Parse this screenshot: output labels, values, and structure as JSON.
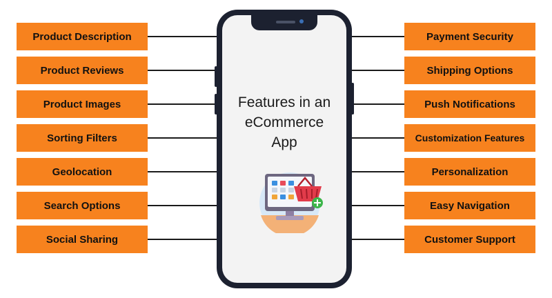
{
  "diagram": {
    "center_title_lines": [
      "Features in an",
      "eCommerce",
      "App"
    ],
    "left_features": [
      "Product Description",
      "Product Reviews",
      "Product Images",
      "Sorting Filters",
      "Geolocation",
      "Search Options",
      "Social Sharing"
    ],
    "right_features": [
      "Payment Security",
      "Shipping Options",
      "Push Notifications",
      "Customization Features",
      "Personalization",
      "Easy Navigation",
      "Customer Support"
    ],
    "icons": {
      "center_illustration": "shopping-monitor-icon",
      "basket": "shopping-basket-icon",
      "add": "plus-badge-icon"
    },
    "colors": {
      "feature_box": "#f7821e",
      "connector": "#1a1a1a",
      "phone_frame": "#1c2130",
      "screen": "#f3f3f3"
    }
  }
}
